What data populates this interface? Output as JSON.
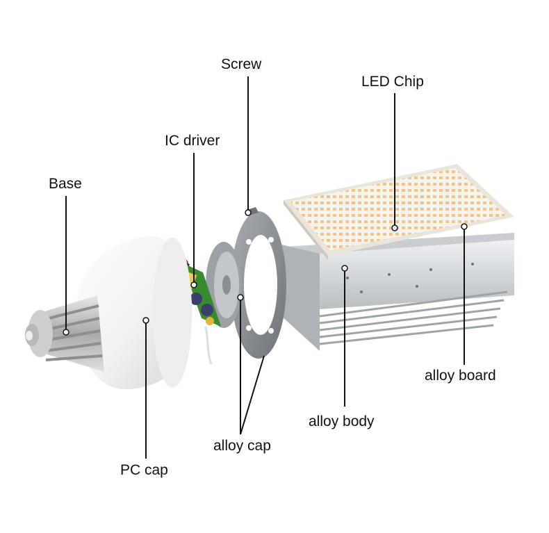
{
  "labels": {
    "screw": "Screw",
    "led_chip": "LED Chip",
    "ic_driver": "IC driver",
    "base": "Base",
    "alloy_board": "alloy board",
    "alloy_body": "alloy body",
    "alloy_cap": "alloy cap",
    "pc_cap": "PC cap"
  },
  "colors": {
    "leader_line": "#111111",
    "dot": "#ffffff",
    "pc_cap": "#f2f2f2",
    "alloy_ring": "#8e9398",
    "led_board": "#f4f1ea",
    "led_chip": "#f3c98d",
    "heatsink": "#d7dbdf",
    "driver_pcb": "#3a8a2f"
  }
}
